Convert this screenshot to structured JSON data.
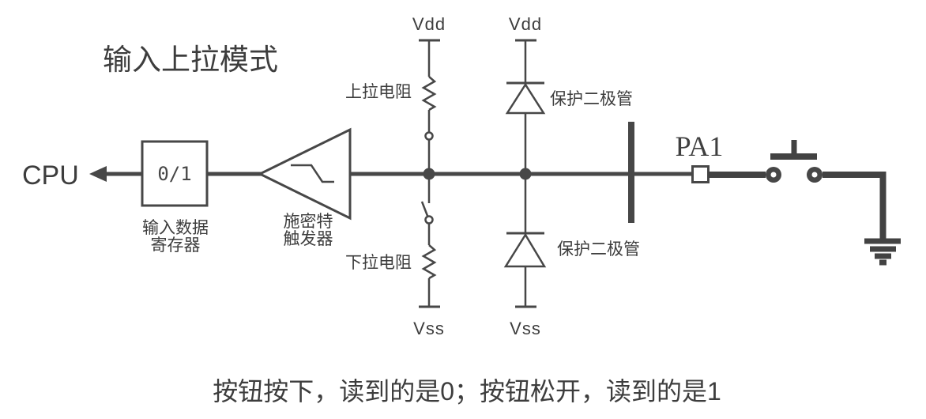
{
  "title": "输入上拉模式",
  "cpu_label": "CPU",
  "register": {
    "value": "0/1",
    "label1": "输入数据",
    "label2": "寄存器"
  },
  "schmitt": {
    "label1": "施密特",
    "label2": "触发器"
  },
  "rails": {
    "vdd_pull": "Vdd",
    "vdd_diode": "Vdd",
    "vss_pull": "Vss",
    "vss_diode": "Vss"
  },
  "resistors": {
    "pullup_label": "上拉电阻",
    "pulldown_label": "下拉电阻"
  },
  "diodes": {
    "top_label": "保护二极管",
    "bottom_label": "保护二极管"
  },
  "pin_label": "PA1",
  "caption": "按钮按下，读到的是0；按钮松开，读到的是1",
  "colors": {
    "stroke": "#474747",
    "text": "#3d3d3d",
    "background": "#ffffff"
  }
}
